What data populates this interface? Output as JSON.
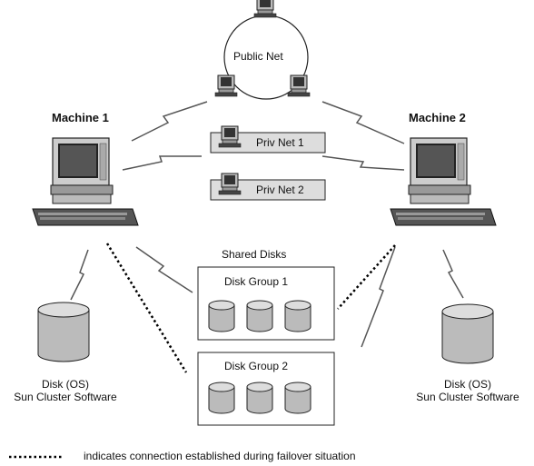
{
  "public_net": {
    "label": "Public Net"
  },
  "machine1": {
    "label": "Machine 1"
  },
  "machine2": {
    "label": "Machine 2"
  },
  "priv_net_1": {
    "label": "Priv Net 1"
  },
  "priv_net_2": {
    "label": "Priv Net 2"
  },
  "shared_disks": {
    "label": "Shared Disks"
  },
  "disk_group_1": {
    "label": "Disk Group 1"
  },
  "disk_group_2": {
    "label": "Disk Group 2"
  },
  "disk_left": {
    "line1": "Disk (OS)",
    "line2": "Sun Cluster Software"
  },
  "disk_right": {
    "line1": "Disk (OS)",
    "line2": "Sun Cluster Software"
  },
  "legend": {
    "text": "indicates connection established during failover situation"
  }
}
